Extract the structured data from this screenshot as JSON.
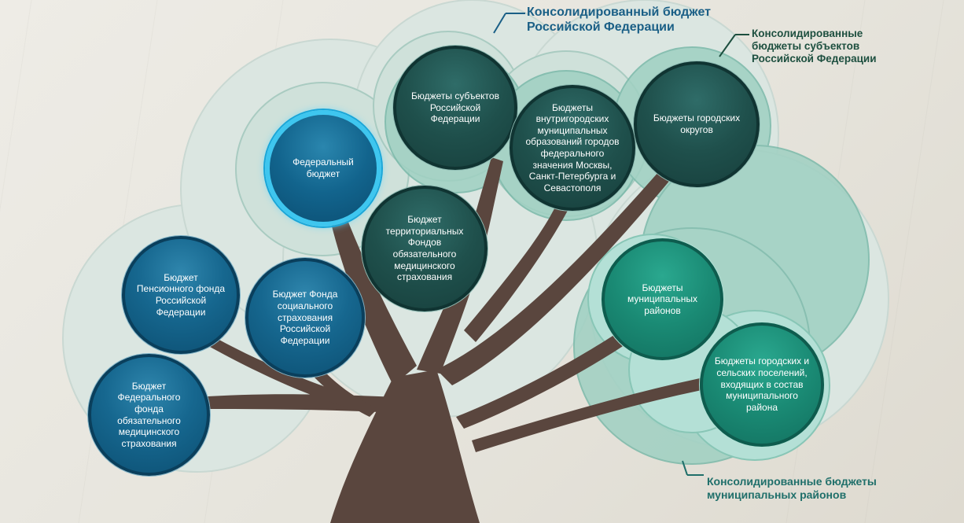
{
  "labels": {
    "consolidated_rf": "Консолидированный бюджет Российской Федерации",
    "consolidated_subjects": "Консолидированные бюджеты субъектов Российской Федерации",
    "consolidated_municipal": "Консолидированные бюджеты муниципальных районов"
  },
  "nodes": {
    "federal_budget": "Федеральный бюджет",
    "pension_fund": "Бюджет Пенсионного фонда Российской Федерации",
    "social_insurance_fund": "Бюджет Фонда социального страхования Российской Федерации",
    "federal_mandatory_medical_fund": "Бюджет Федерального фонда обязательного медицинского страхования",
    "territorial_medical_funds": "Бюджет территориальных Фондов обязательного медицинского страхования",
    "subject_budgets": "Бюджеты субъектов Российской Федерации",
    "intracity_budgets": "Бюджеты внутригородских муниципальных образований городов федерального значения Москвы, Санкт-Петербурга и Севастополя",
    "city_district_budgets": "Бюджеты городских округов",
    "municipal_district_budgets": "Бюджеты муниципальных районов",
    "settlement_budgets": "Бюджеты городских и сельских поселений, входящих в состав муниципального района"
  },
  "colors": {
    "federal_blue": "#12648d",
    "federal_ring": "#3ec6ef",
    "regional_dark": "#1f504c",
    "municipal_teal": "#1a8a74",
    "trunk": "#5a463e"
  }
}
